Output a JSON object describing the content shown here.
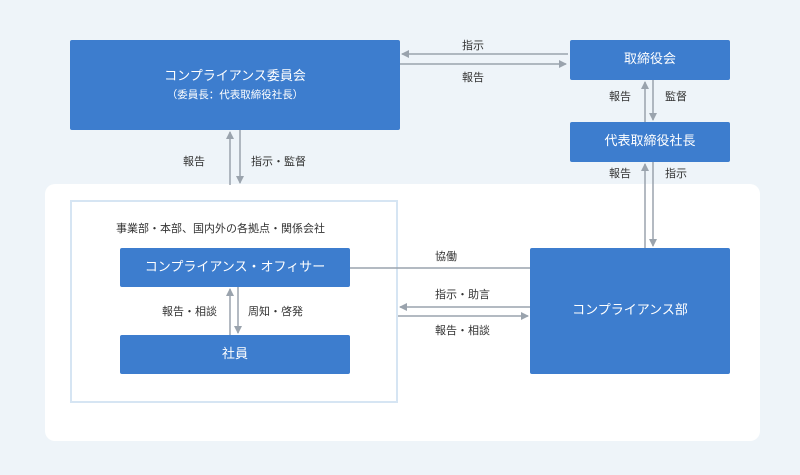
{
  "committee": {
    "title": "コンプライアンス委員会",
    "subtitle": "（委員長：代表取締役社長）"
  },
  "board": {
    "title": "取締役会"
  },
  "president": {
    "title": "代表取締役社長"
  },
  "officer": {
    "title": "コンプライアンス・オフィサー"
  },
  "employees": {
    "title": "社員"
  },
  "department": {
    "title": "コンプライアンス部"
  },
  "scope_label": "事業部・本部、国内外の各拠点・関係会社",
  "labels": {
    "committee_to_board": "指示",
    "board_to_committee": "報告",
    "board_president_report": "報告",
    "board_president_supervise": "監督",
    "president_dept_report": "報告",
    "president_dept_instruct": "指示",
    "committee_report": "報告",
    "committee_instruct": "指示・監督",
    "officer_dept_collab": "協働",
    "dept_instruct_advise": "指示・助言",
    "dept_report_consult": "報告・相談",
    "employee_report_consult": "報告・相談",
    "officer_inform": "周知・啓発"
  },
  "colors": {
    "box": "#3d7dce",
    "arrow": "#9aa3ad",
    "background": "#eef4f9",
    "panel": "#ffffff",
    "inner_border": "#d6e5f3"
  }
}
